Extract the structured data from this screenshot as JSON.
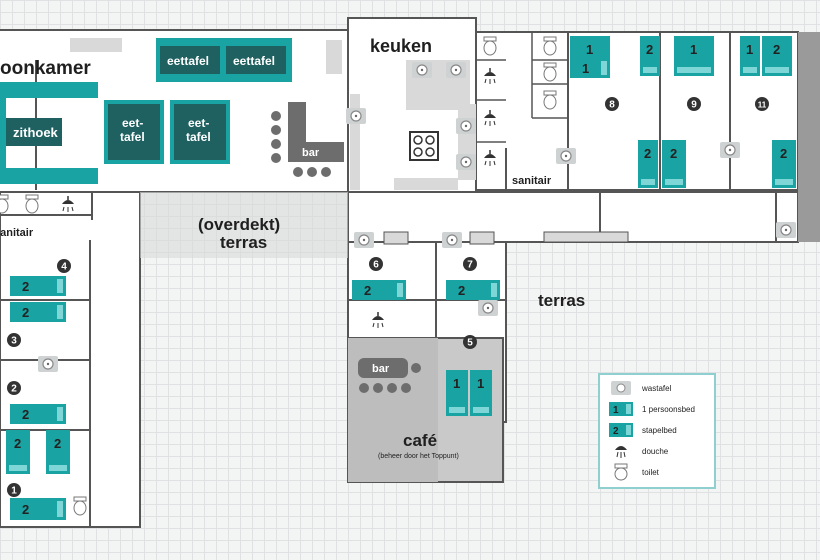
{
  "rooms": {
    "woonkamer": "oonkamer",
    "keuken": "keuken",
    "zithoek": "zithoek",
    "eettafel_1": "eettafel",
    "eettafel_2": "eettafel",
    "eet_tafel_1": [
      "eet-",
      "tafel"
    ],
    "eet_tafel_2": [
      "eet-",
      "tafel"
    ],
    "bar_top": "bar",
    "sanitair_left": "sanitair",
    "sanitair_right": "sanitair",
    "overdekt_terras": [
      "(overdekt)",
      "terras"
    ],
    "terras": "terras",
    "cafe": "café",
    "cafe_note": "(beheer door het Toppunt)",
    "bar_cafe": "bar"
  },
  "room_numbers": [
    "1",
    "2",
    "3",
    "4",
    "5",
    "6",
    "7",
    "8",
    "9",
    "11"
  ],
  "bed_labels": {
    "single": "1",
    "bunk": "2"
  },
  "legend": [
    {
      "icon": "sink-icon",
      "label": "wastafel"
    },
    {
      "icon": "single-bed-icon",
      "label": "1 persoonsbed"
    },
    {
      "icon": "bunk-bed-icon",
      "label": "stapelbed"
    },
    {
      "icon": "shower-icon",
      "label": "douche"
    },
    {
      "icon": "toilet-icon",
      "label": "toilet"
    }
  ],
  "colors": {
    "teal": "#1aa3a3",
    "teal_light": "#7fd6d6",
    "dark_teal": "#1f6161",
    "wall": "#555555",
    "cafe_fill": "#c9c9c9",
    "bar_fill": "#6d6d6d",
    "counter": "#d9d9d9"
  }
}
